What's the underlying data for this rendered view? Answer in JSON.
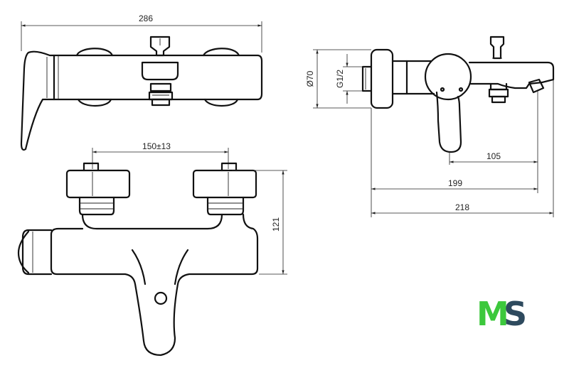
{
  "dimensions": {
    "width_overall": "286",
    "inlet_spacing": "150±13",
    "height": "121",
    "diameter": "Ø70",
    "thread": "G1/2",
    "spout_projection": "105",
    "depth_body": "199",
    "depth_overall": "218"
  },
  "logo": {
    "letter_m": "M",
    "letter_s": "S",
    "color_m": "#3cc83c",
    "color_s": "#2e4a5e"
  }
}
